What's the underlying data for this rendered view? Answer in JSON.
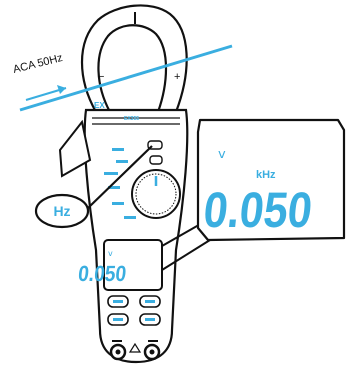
{
  "signal": {
    "label": "ACA 50Hz"
  },
  "callout": {
    "label": "Hz"
  },
  "zoom_display": {
    "indicator": "ⅴ",
    "unit": "kHz",
    "reading": "0.050"
  },
  "meter": {
    "brand_mark": "EX",
    "model_text": "EX355",
    "lcd_reading": "0.050",
    "lcd_indicator": "ⅴ",
    "jaw_marks": {
      "top": "I",
      "left": "−",
      "right": "+"
    }
  },
  "colors": {
    "accent": "#3aaee0",
    "outline": "#111111",
    "body": "#ffffff"
  }
}
